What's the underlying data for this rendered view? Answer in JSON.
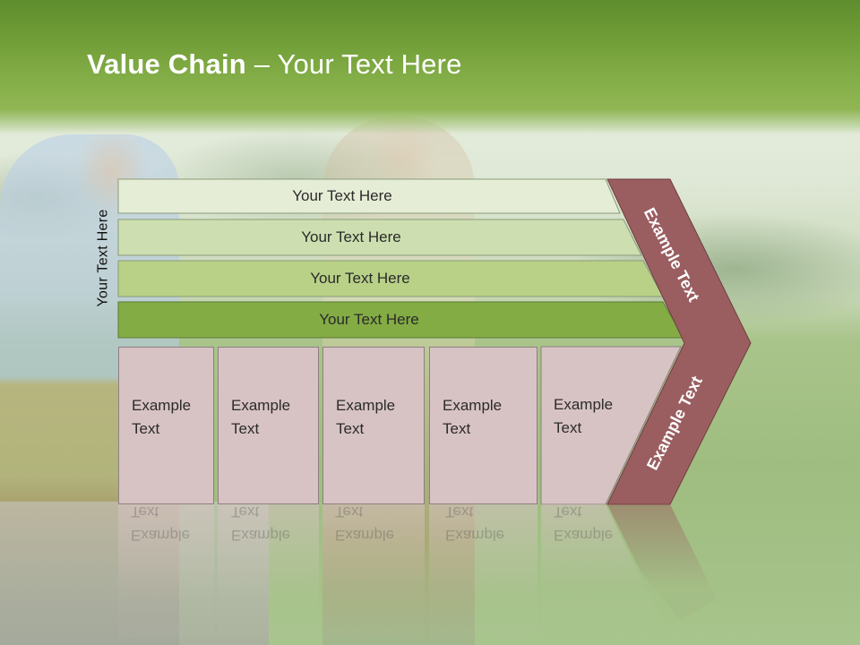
{
  "header": {
    "title_bold": "Value Chain",
    "title_rest": " – Your Text Here"
  },
  "side_label": "Your Text Here",
  "rows": [
    {
      "label": "Your Text Here",
      "color": "#e6edd6"
    },
    {
      "label": "Your Text Here",
      "color": "#cddfb0"
    },
    {
      "label": "Your Text Here",
      "color": "#b8d187"
    },
    {
      "label": "Your Text Here",
      "color": "#83ac45"
    }
  ],
  "boxes": [
    {
      "label": "Example\nText"
    },
    {
      "label": "Example\nText"
    },
    {
      "label": "Example\nText"
    },
    {
      "label": "Example\nText"
    },
    {
      "label": "Example\nText"
    }
  ],
  "chevron": {
    "upper_label": "Example Text",
    "lower_label": "Example Text",
    "color": "#9a5e60"
  }
}
